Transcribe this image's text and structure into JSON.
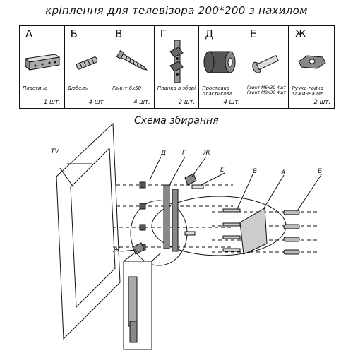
{
  "title": "кріплення для телевізора 200*200 з нахилом",
  "parts": [
    {
      "letter": "А",
      "name": "Пластина",
      "qty": "1 шт."
    },
    {
      "letter": "Б",
      "name": "Дюбель",
      "qty": "4 шт."
    },
    {
      "letter": "В",
      "name": "Гвинт 6х50",
      "qty": "4 шт."
    },
    {
      "letter": "Г",
      "name": "Планка в зборі",
      "qty": "2 шт."
    },
    {
      "letter": "Д",
      "name": "Проставка пластикова",
      "qty": "4 шт."
    },
    {
      "letter": "Е",
      "name": "Гвинт М6х30 4шт Гвинт М8х30 4шт",
      "qty": ""
    },
    {
      "letter": "Ж",
      "name": "Ручка-гайка зажинна М6",
      "qty": "2 шт."
    }
  ],
  "schema": {
    "title": "Схема збирання",
    "labels": {
      "tv": "TV",
      "d": "Д",
      "g": "Г",
      "zh_top": "Ж",
      "e": "Е",
      "v": "В",
      "a": "А",
      "b": "Б",
      "zh_bottom": "Ж"
    }
  }
}
